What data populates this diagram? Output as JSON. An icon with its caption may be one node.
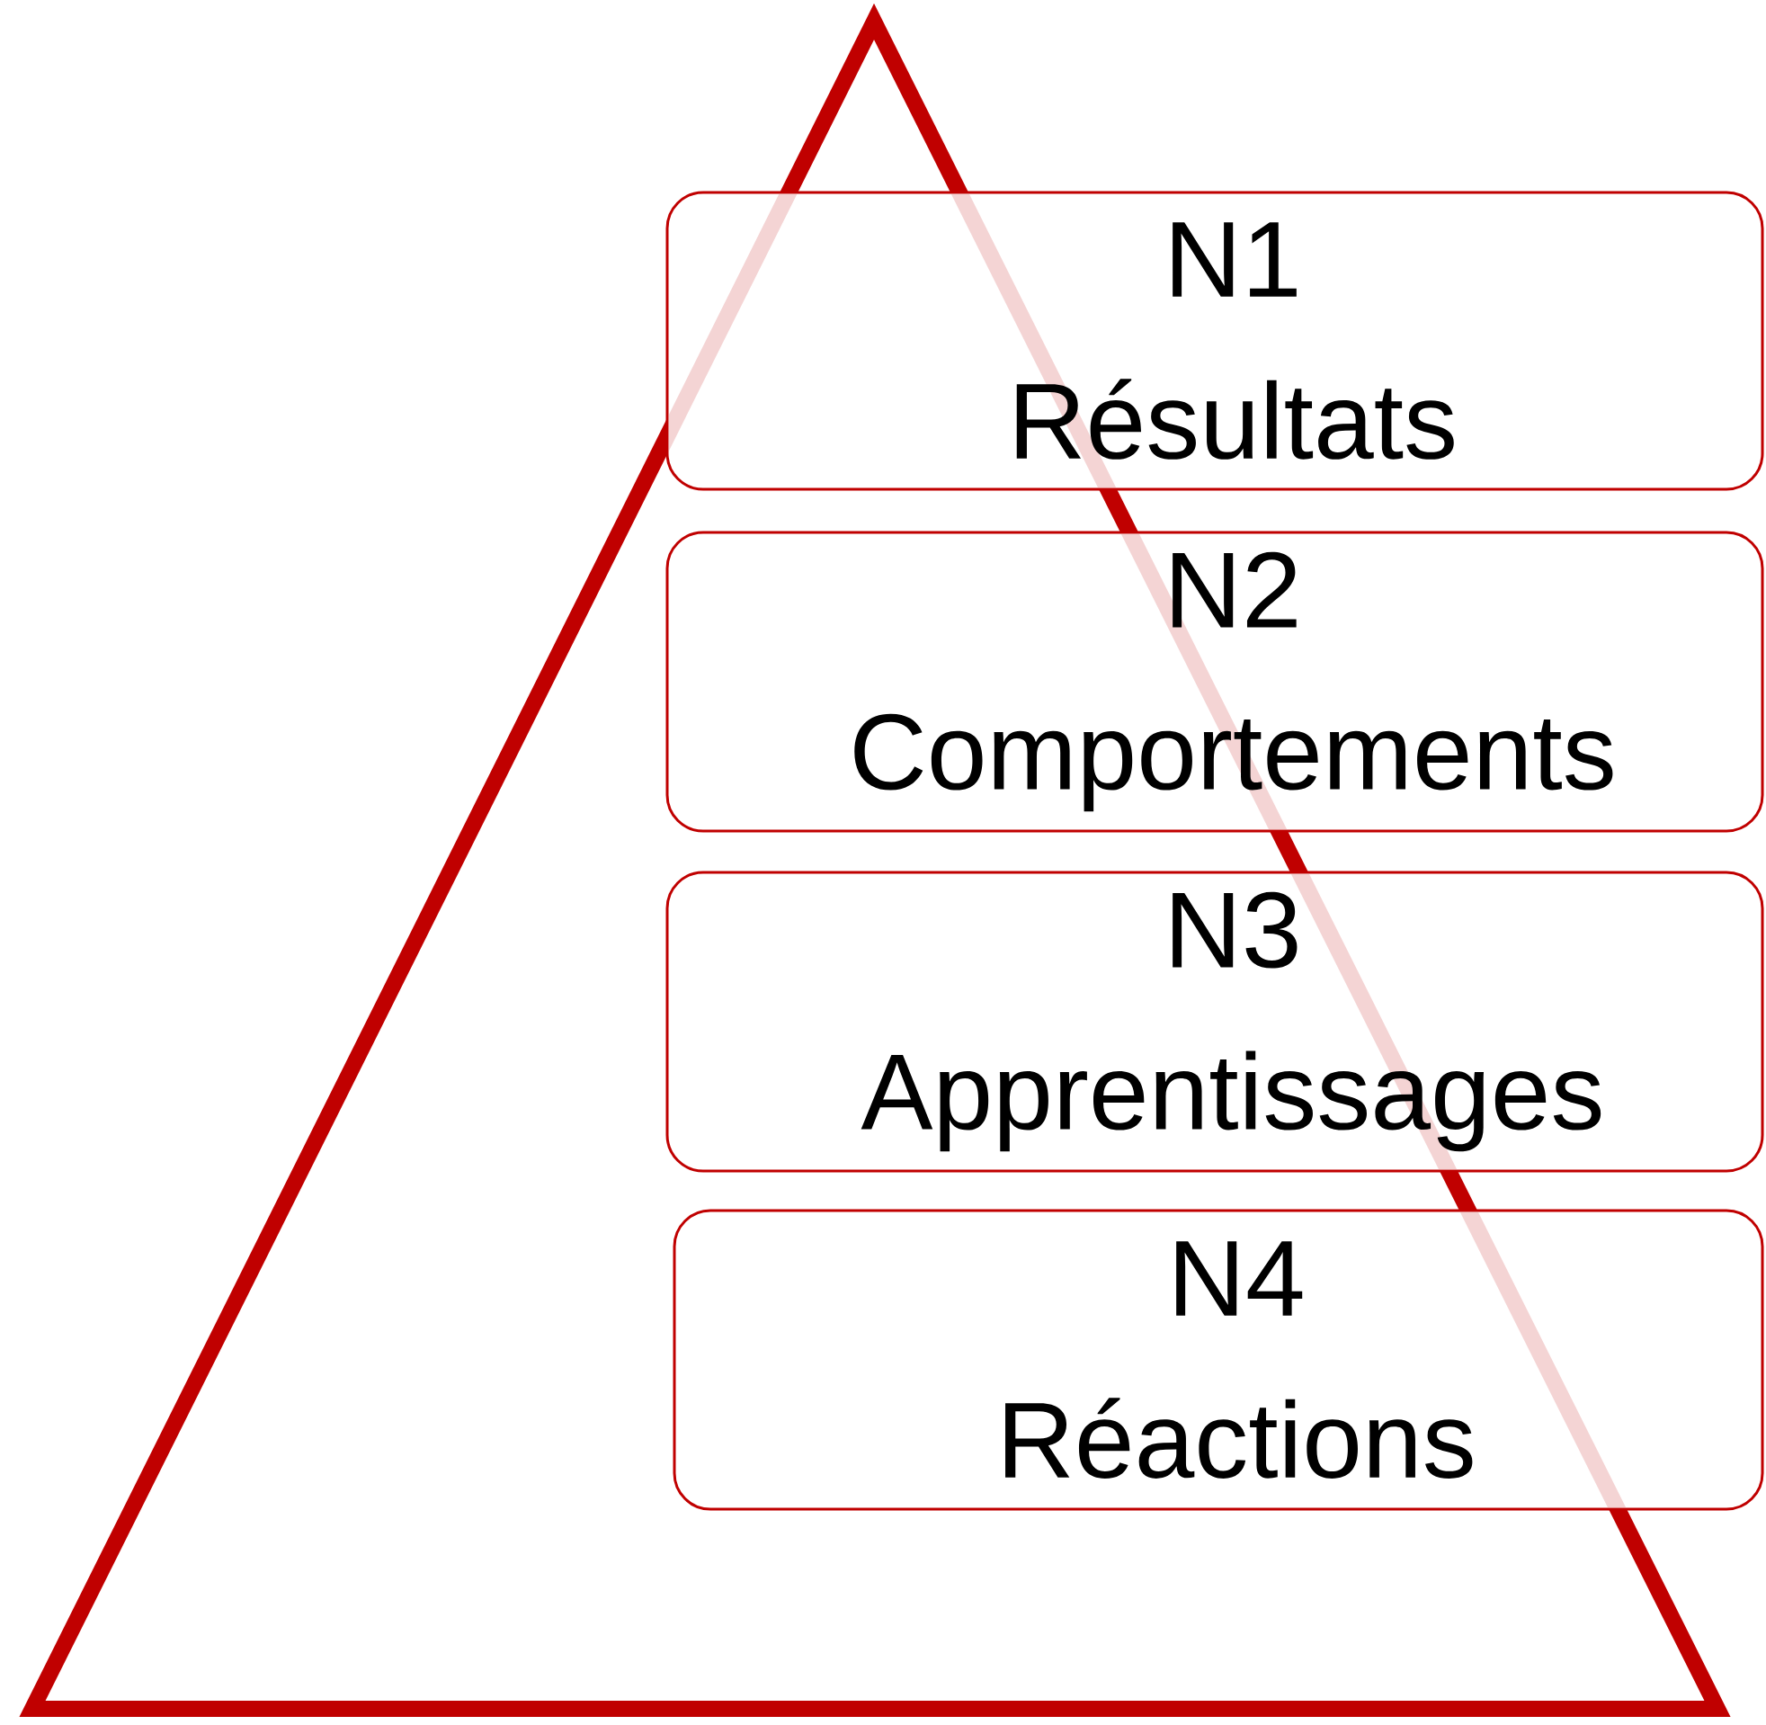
{
  "diagram": {
    "nodes": [
      {
        "text": [
          "N1",
          "Résultats"
        ]
      },
      {
        "text": [
          "N2",
          "Comportements"
        ]
      },
      {
        "text": [
          "N3",
          "Apprentissages"
        ]
      },
      {
        "text": [
          "N4",
          "Réactions"
        ]
      }
    ]
  }
}
